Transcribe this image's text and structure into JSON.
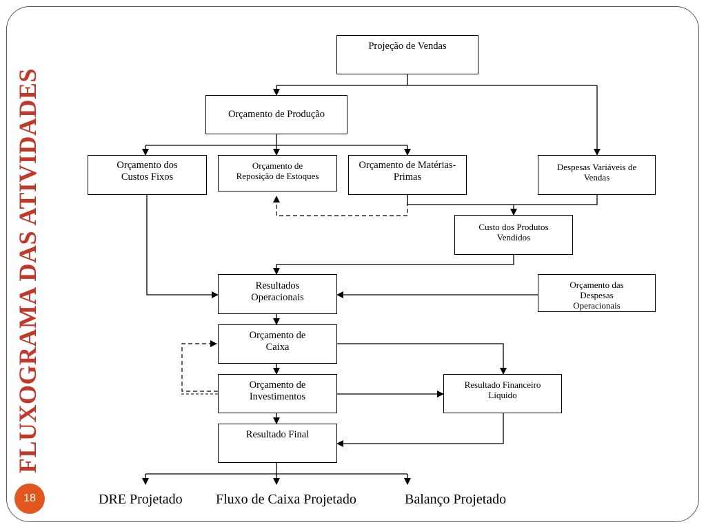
{
  "slide": {
    "title": "FLUXOGRAMA DAS ATIVIDADES",
    "number": "18"
  },
  "nodes": {
    "projecao_vendas": "Projeção de Vendas",
    "orcamento_producao": "Orçamento de Produção",
    "custos_fixos": "Orçamento dos Custos Fixos",
    "reposicao_estoques": "Orçamento de Reposição de Estoques",
    "materias_primas": "Orçamento de Matérias-Primas",
    "despesas_variaveis": "Despesas Variáveis de Vendas",
    "custo_produtos": "Custo dos Produtos Vendidos",
    "resultados_operacionais": "Resultados Operacionais",
    "despesas_operacionais": "Orçamento das Despesas Operacionais",
    "orcamento_caixa": "Orçamento de Caixa",
    "orcamento_investimentos": "Orçamento de Investimentos",
    "resultado_financeiro": "Resultado Financeiro Líquido",
    "resultado_final": "Resultado Final"
  },
  "outputs": {
    "dre": "DRE Projetado",
    "fluxo_caixa": "Fluxo de Caixa Projetado",
    "balanco": "Balanço Projetado"
  }
}
